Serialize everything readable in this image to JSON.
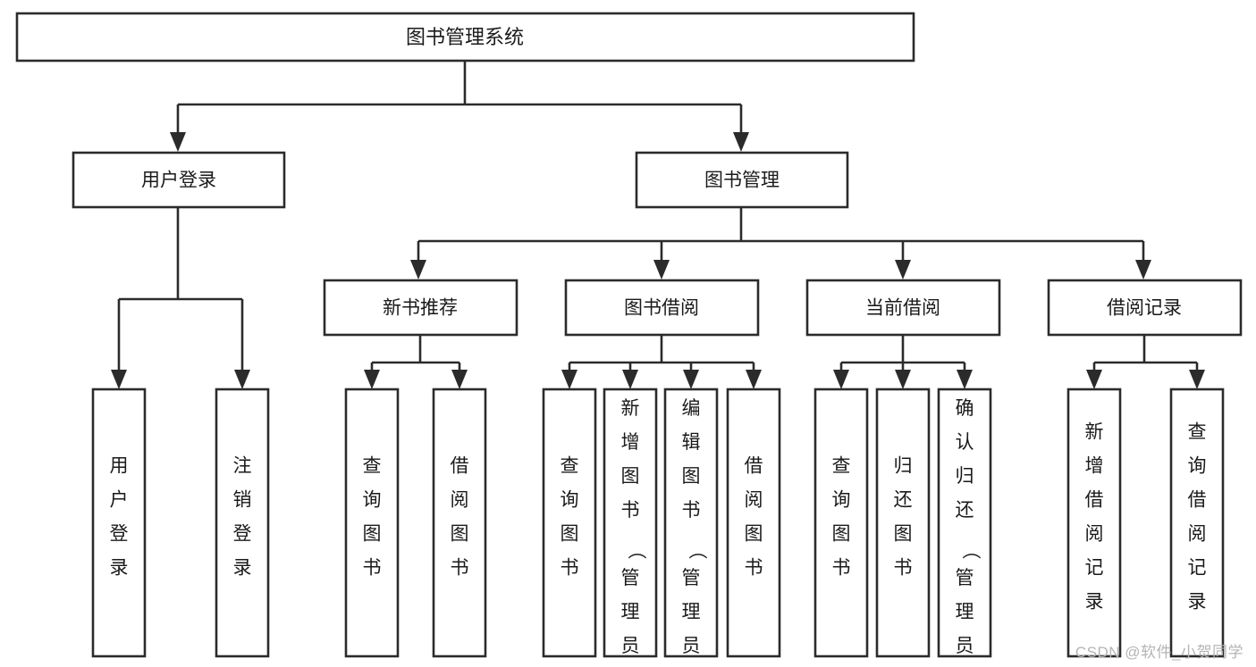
{
  "diagram": {
    "type": "tree-hierarchy",
    "title": "图书管理系统",
    "watermark": "CSDN @软件_小贺同学",
    "colors": {
      "box_stroke": "#2b2b2b",
      "box_fill": "#ffffff",
      "text": "#1a1a1a",
      "background": "#ffffff",
      "watermark": "#b4b4b4"
    },
    "root": {
      "id": "root",
      "label": "图书管理系统"
    },
    "level2": [
      {
        "id": "user-login",
        "label": "用户登录"
      },
      {
        "id": "book-management",
        "label": "图书管理"
      }
    ],
    "level3": [
      {
        "id": "new-book-recommend",
        "label": "新书推荐",
        "parent": "book-management"
      },
      {
        "id": "book-borrow",
        "label": "图书借阅",
        "parent": "book-management"
      },
      {
        "id": "current-borrow",
        "label": "当前借阅",
        "parent": "book-management"
      },
      {
        "id": "borrow-record",
        "label": "借阅记录",
        "parent": "book-management"
      }
    ],
    "leaves": [
      {
        "id": "leaf-user-login",
        "label": "用户登录",
        "parent": "user-login"
      },
      {
        "id": "leaf-logout-login",
        "label": "注销登录",
        "parent": "user-login"
      },
      {
        "id": "leaf-query-book-1",
        "label": "查询图书",
        "parent": "new-book-recommend"
      },
      {
        "id": "leaf-borrow-book-1",
        "label": "借阅图书",
        "parent": "new-book-recommend"
      },
      {
        "id": "leaf-query-book-2",
        "label": "查询图书",
        "parent": "book-borrow"
      },
      {
        "id": "leaf-add-book",
        "label": "新增图书（管理员）",
        "parent": "book-borrow"
      },
      {
        "id": "leaf-edit-book",
        "label": "编辑图书（管理员）",
        "parent": "book-borrow"
      },
      {
        "id": "leaf-borrow-book-2",
        "label": "借阅图书",
        "parent": "book-borrow"
      },
      {
        "id": "leaf-query-book-3",
        "label": "查询图书",
        "parent": "current-borrow"
      },
      {
        "id": "leaf-return-book",
        "label": "归还图书",
        "parent": "current-borrow"
      },
      {
        "id": "leaf-confirm-return",
        "label": "确认归还（管理员）",
        "parent": "current-borrow"
      },
      {
        "id": "leaf-add-record",
        "label": "新增借阅记录",
        "parent": "borrow-record"
      },
      {
        "id": "leaf-query-record",
        "label": "查询借阅记录",
        "parent": "borrow-record"
      }
    ]
  }
}
